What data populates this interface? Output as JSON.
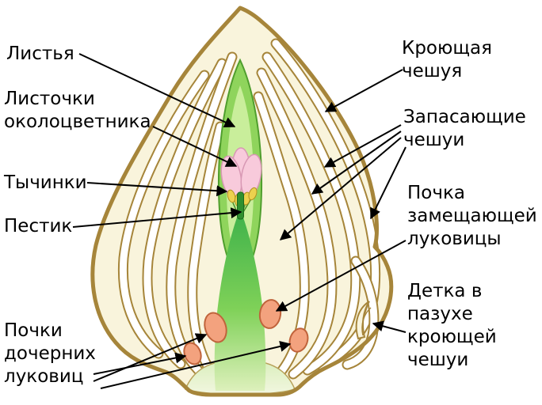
{
  "labels": {
    "leaves": [
      "Листья"
    ],
    "perianth": [
      "Листочки",
      "околоцветника"
    ],
    "stamens": [
      "Тычинки"
    ],
    "pistil": [
      "Пестик"
    ],
    "daughter_buds": [
      "Почки",
      "дочерних",
      "луковиц"
    ],
    "covering_scale": [
      "Кроющая",
      "чешуя"
    ],
    "storage_scales": [
      "Запасающие",
      "чешуи"
    ],
    "replacement_bud": [
      "Почка",
      "замещающей",
      "луковицы"
    ],
    "bulblet": [
      "Детка в",
      "пазухе",
      "кроющей",
      "чешуи"
    ]
  },
  "colors": {
    "outline": "#a6853a",
    "scale_fill": "#f9f4dc",
    "gap_white": "#ffffff",
    "outer_leaf_green": "#8fd45c",
    "inner_leaf_green": "#c9ee9b",
    "shoot_top_green": "#3cb14a",
    "shoot_bottom_green": "#ddf0bb",
    "basal_fill": "#e4f1c8",
    "petal_pink": "#f8cadb",
    "anther_yellow": "#ecd14e",
    "pistil_green": "#2f8f2f",
    "bud_fill": "#f3a27e",
    "bud_stroke": "#c0633b",
    "arrow": "#000000",
    "text": "#000000"
  }
}
